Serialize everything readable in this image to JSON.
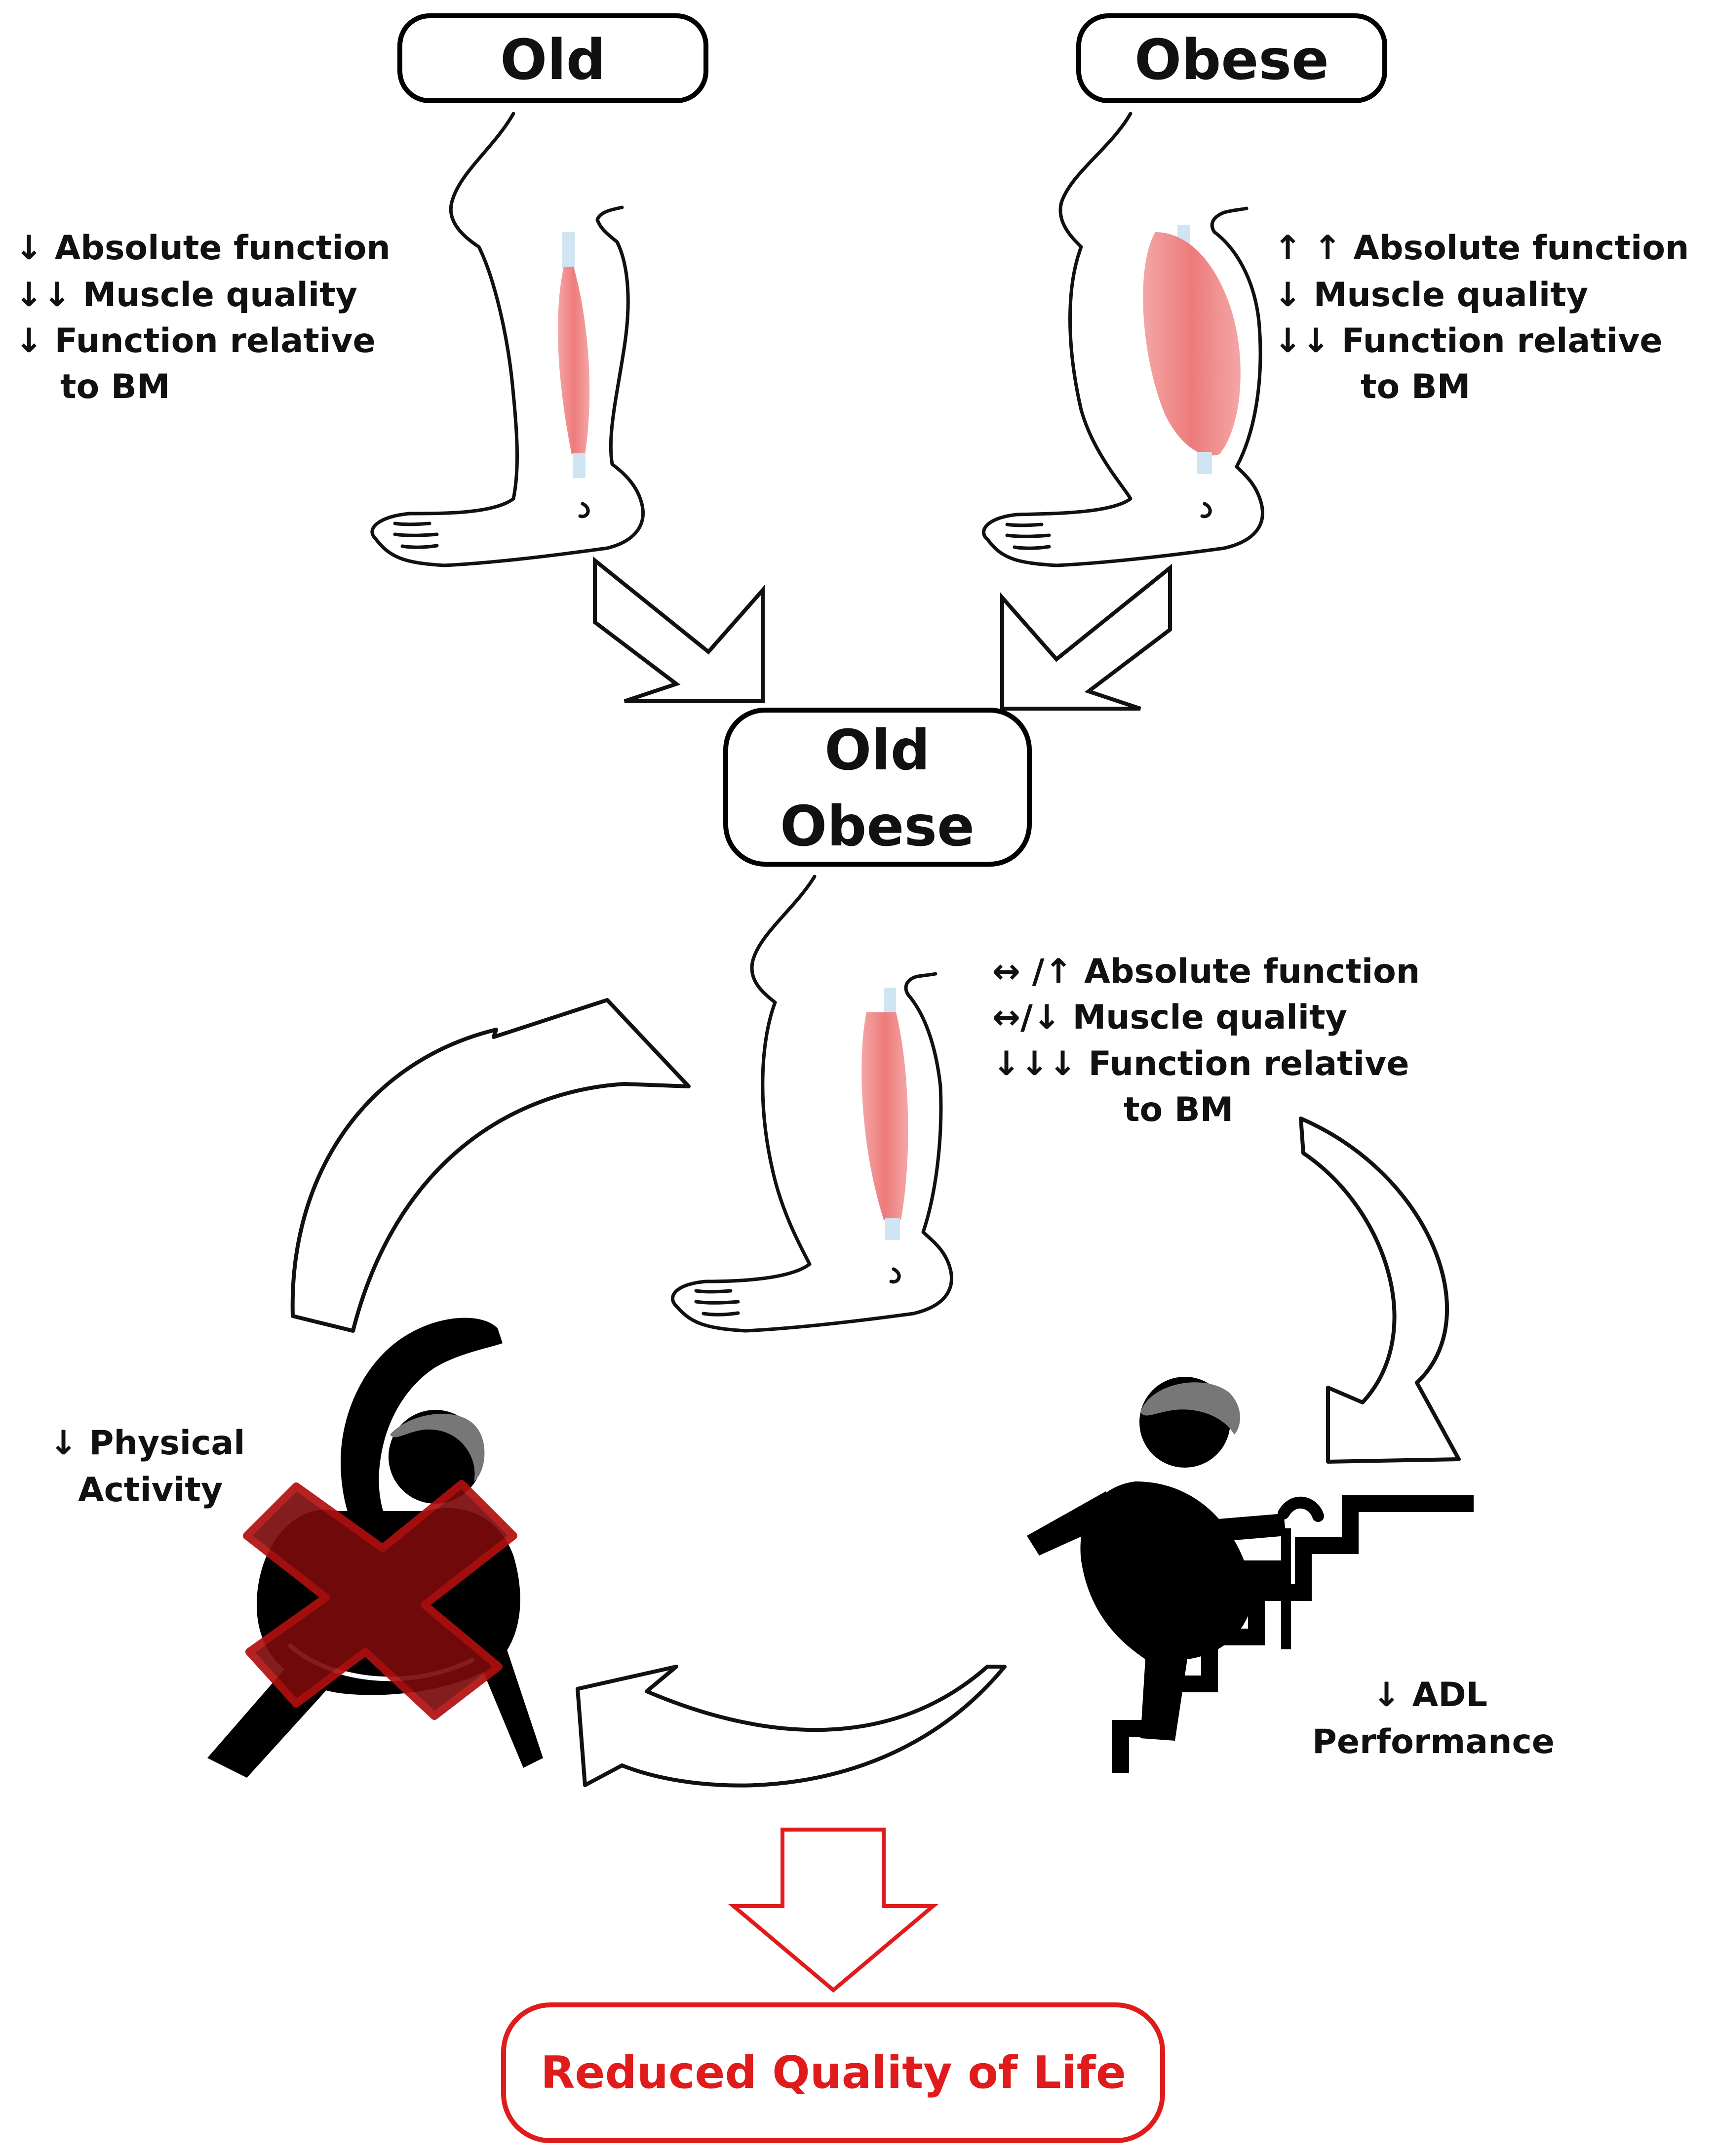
{
  "boxes": {
    "old": "Old",
    "obese": "Obese",
    "old_obese_line1": "Old",
    "old_obese_line2": "Obese"
  },
  "old_stats": [
    "↓ Absolute function",
    "↓↓ Muscle quality",
    "↓ Function relative",
    "to BM"
  ],
  "obese_stats": [
    "↑ ↑ Absolute function",
    "↓ Muscle quality",
    "↓↓ Function relative",
    "to BM"
  ],
  "old_obese_stats": [
    "↔ /↑ Absolute function",
    "↔/↓ Muscle quality",
    "↓↓↓ Function relative",
    "to BM"
  ],
  "physical_activity": [
    "↓ Physical",
    "Activity"
  ],
  "adl": [
    "↓ ADL",
    "Performance"
  ],
  "outcome": "Reduced Quality of Life",
  "colors": {
    "muscle": "#f08a8a",
    "tendon": "#cfe6f2",
    "outcome_red": "#e01b1b",
    "cross_red": "#7a0a0a",
    "figure": "#000000"
  }
}
